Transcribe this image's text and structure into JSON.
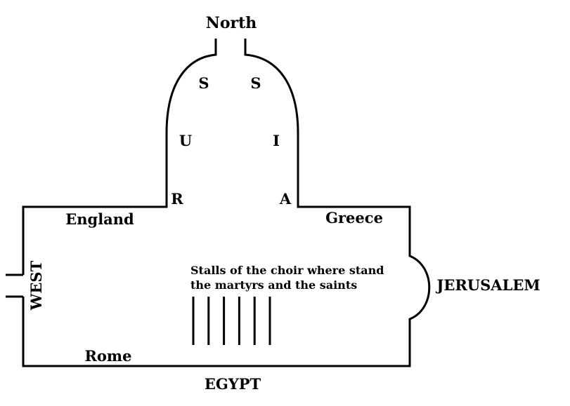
{
  "diagram": {
    "labels": {
      "north": "North",
      "russia_letters": [
        "S",
        "S",
        "U",
        "I",
        "R",
        "A"
      ],
      "england": "England",
      "greece": "Greece",
      "west": "WEST",
      "jerusalem": "JERUSALEM",
      "rome": "Rome",
      "egypt": "EGYPT",
      "stalls_line1": "Stalls of the choir where stand",
      "stalls_line2": "the martyrs and the saints"
    },
    "stall_count": 6
  }
}
